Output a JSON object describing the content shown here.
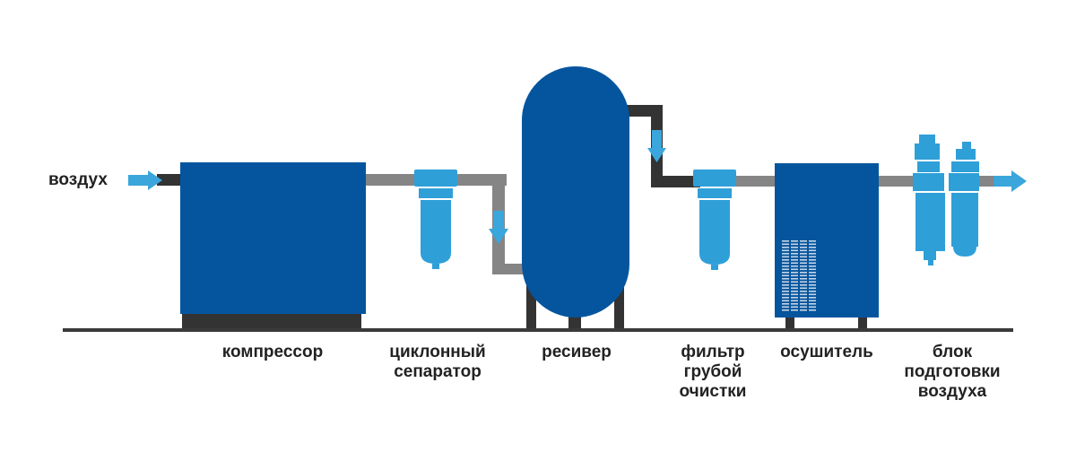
{
  "colors": {
    "machine_blue": "#04559e",
    "filter_blue": "#2f9fd8",
    "arrow_blue": "#3aa6dc",
    "pipe_dark": "#333333",
    "pipe_grey": "#858585",
    "ground": "#3a3a3a"
  },
  "input_label": "воздух",
  "components": [
    {
      "id": "compressor",
      "lines": [
        "компрессор"
      ]
    },
    {
      "id": "cyclone-separator",
      "lines": [
        "циклонный",
        "сепаратор"
      ]
    },
    {
      "id": "receiver",
      "lines": [
        "ресивер"
      ]
    },
    {
      "id": "coarse-filter",
      "lines": [
        "фильтр",
        "грубой",
        "очистки"
      ]
    },
    {
      "id": "dryer",
      "lines": [
        "осушитель"
      ]
    },
    {
      "id": "air-prep-unit",
      "lines": [
        "блок",
        "подготовки",
        "воздуха"
      ]
    }
  ]
}
